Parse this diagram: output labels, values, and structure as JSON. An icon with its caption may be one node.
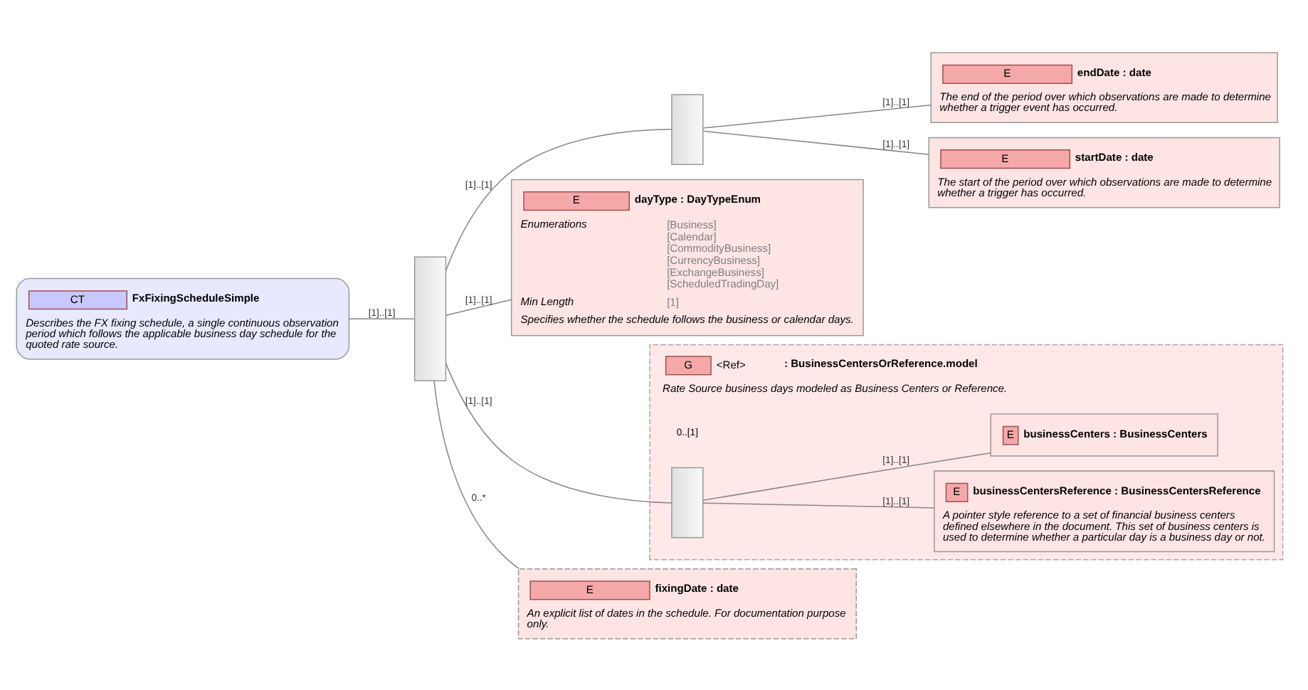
{
  "diagram": {
    "nodes": [
      {
        "text": [
          "CT",
          "FxFixingScheduleSimple",
          "Describes the FX fixing schedule, a single continuous observation period which follows the applicable business day schedule for the quoted rate source."
        ]
      },
      {
        "text": [],
        "shape": "box"
      },
      {
        "text": [],
        "shape": "box"
      },
      {
        "text": [
          "E",
          "startDate : date",
          "The start of the period over which observations are made to determine whether a trigger has occurred."
        ]
      },
      {
        "text": [
          "E",
          "endDate : date",
          "The end of the period over which observations are made to determine whether a trigger event has occurred."
        ]
      },
      {
        "text": [
          "E",
          "dayType : DayTypeEnum",
          "Enumerations",
          "[Business]",
          "[Calendar]",
          "[CommodityBusiness]",
          "[CurrencyBusiness]",
          "[ExchangeBusiness]",
          "[ScheduledTradingDay]",
          "Min Length",
          "[1]",
          "Specifies whether the schedule follows the business or calendar days."
        ]
      },
      {
        "text": [
          "G",
          "<Ref>",
          ": BusinessCentersOrReference.model",
          "Rate Source business days modeled as Business Centers or Reference."
        ]
      },
      {
        "text": [],
        "shape": "box",
        "in": 6
      },
      {
        "text": [
          "E",
          "businessCentersReference : BusinessCentersReference",
          "A pointer style reference to a set of financial business centers defined elsewhere in the document. This set of business centers is used to determine whether a particular day is a business day or not."
        ],
        "in": 6
      },
      {
        "text": [
          "E",
          "businessCenters : BusinessCenters"
        ],
        "in": 6
      },
      {
        "text": [
          "E",
          "fixingDate : date",
          "An explicit list of dates in the schedule. For documentation purpose only."
        ]
      }
    ],
    "edges": [
      {
        "from": 0,
        "to": 1,
        "arrow": "none",
        "label": "[1]..[1]"
      },
      {
        "from": 1,
        "to": 2,
        "arrow": "none",
        "label": "[1]..[1]"
      },
      {
        "from": 2,
        "to": 3,
        "arrow": "none",
        "label": "[1]..[1]"
      },
      {
        "from": 2,
        "to": 4,
        "arrow": "none",
        "label": "[1]..[1]"
      },
      {
        "from": 1,
        "to": 5,
        "arrow": "none",
        "label": "[1]..[1]"
      },
      {
        "from": 1,
        "to": 7,
        "arrow": "none",
        "label": "[1]..[1]"
      },
      {
        "from": 7,
        "to": 8,
        "arrow": "none",
        "label": "[1]..[1]"
      },
      {
        "from": 7,
        "to": 9,
        "arrow": "none",
        "label": "[1]..[1]"
      },
      {
        "from": 1,
        "to": 10,
        "arrow": "none",
        "label": "0..*"
      }
    ],
    "labels": [
      "0..[1]"
    ]
  }
}
